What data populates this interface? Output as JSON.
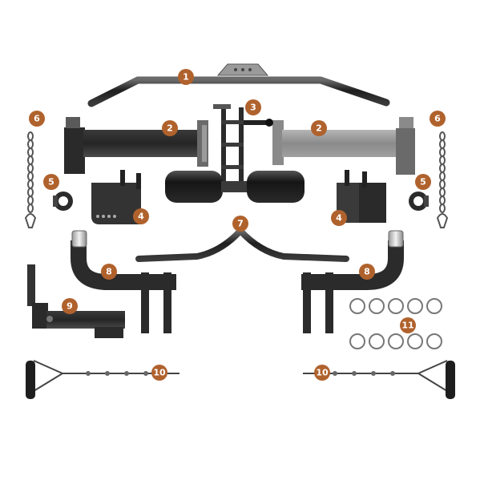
{
  "colors": {
    "background": "#ffffff",
    "marker": "#b0622d",
    "marker_text": "#ffffff",
    "metal_dark": "#2b2b2b",
    "metal_mid": "#6d6d6d",
    "metal_light": "#b9b9b9",
    "chrome": "#d7d7d7"
  },
  "markers": {
    "m1": "1",
    "m2a": "2",
    "m2b": "2",
    "m3": "3",
    "m4a": "4",
    "m4b": "4",
    "m5a": "5",
    "m5b": "5",
    "m6a": "6",
    "m6b": "6",
    "m7": "7",
    "m8a": "8",
    "m8b": "8",
    "m9": "9",
    "m10a": "10",
    "m10b": "10",
    "m11": "11"
  },
  "parts": {
    "lat_bar": "lat-pulldown-bar",
    "arm_left": "weight-arm-left",
    "arm_right": "weight-arm-right",
    "leg_developer": "leg-developer-rollers",
    "bracket_left": "bracket-left",
    "bracket_right": "bracket-right",
    "collar_left": "spring-collar-left",
    "collar_right": "spring-collar-right",
    "chain_left": "chain-left",
    "chain_right": "chain-right",
    "row_bar": "curved-row-bar",
    "post_left": "weight-post-left",
    "post_right": "weight-post-right",
    "lever_arm": "lever-arm",
    "handle_left": "stirrup-handle-left",
    "handle_right": "stirrup-handle-right",
    "clips": "snap-clips"
  }
}
